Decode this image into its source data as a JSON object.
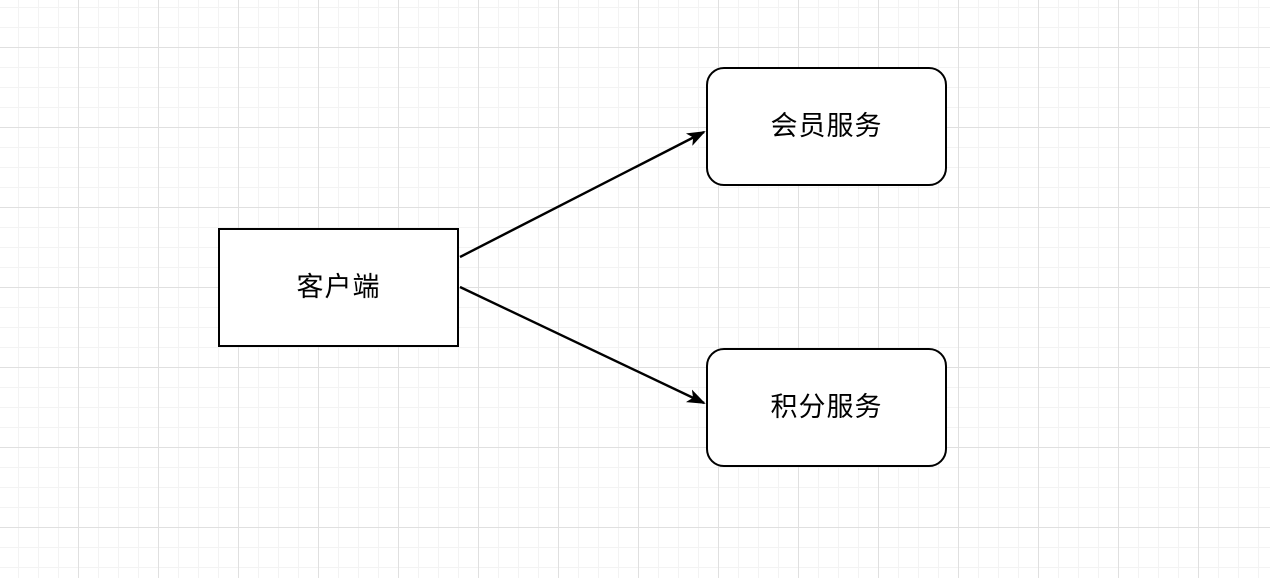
{
  "diagram": {
    "colors": {
      "canvas_background": "#ffffff",
      "grid_minor": "#f3f3f3",
      "grid_major": "#e0e0e0",
      "shape_fill": "#ffffff",
      "stroke": "#000000",
      "text": "#000000"
    },
    "nodes": [
      {
        "id": "client",
        "label": "客户端",
        "shape": "rectangle"
      },
      {
        "id": "member-service",
        "label": "会员服务",
        "shape": "rounded-rectangle"
      },
      {
        "id": "points-service",
        "label": "积分服务",
        "shape": "rounded-rectangle"
      }
    ],
    "edges": [
      {
        "from": "client",
        "to": "member-service",
        "style": "straight-arrow"
      },
      {
        "from": "client",
        "to": "points-service",
        "style": "straight-arrow"
      }
    ]
  }
}
